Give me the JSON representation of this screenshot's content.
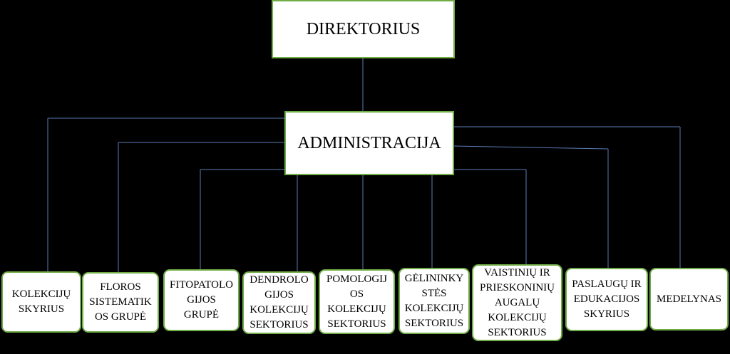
{
  "root": {
    "label": "DIREKTORIUS"
  },
  "admin": {
    "label": "ADMINISTRACIJA"
  },
  "units": [
    {
      "label": "KOLEKCIJŲ\nSKYRIUS"
    },
    {
      "label": "FLOROS\nSISTEMATIK\nOS GRUPĖ"
    },
    {
      "label": "FITOPATOLO\nGIJOS\nGRUPĖ"
    },
    {
      "label": "DENDROLO\nGIJOS\nKOLEKCIJŲ\nSEKTORIUS"
    },
    {
      "label": "POMOLOGIJ\nOS\nKOLEKCIJŲ\nSEKTORIUS"
    },
    {
      "label": "GĖLININKY\nSTĖS\nKOLEKCIJŲ\nSEKTORIUS"
    },
    {
      "label": "VAISTINIŲ IR\nPRIESKONINIŲ\nAUGALŲ\nKOLEKCIJŲ\nSEKTORIUS"
    },
    {
      "label": "PASLAUGŲ IR\nEDUKACIJOS\nSKYRIUS"
    },
    {
      "label": "MEDELYNAS"
    }
  ]
}
